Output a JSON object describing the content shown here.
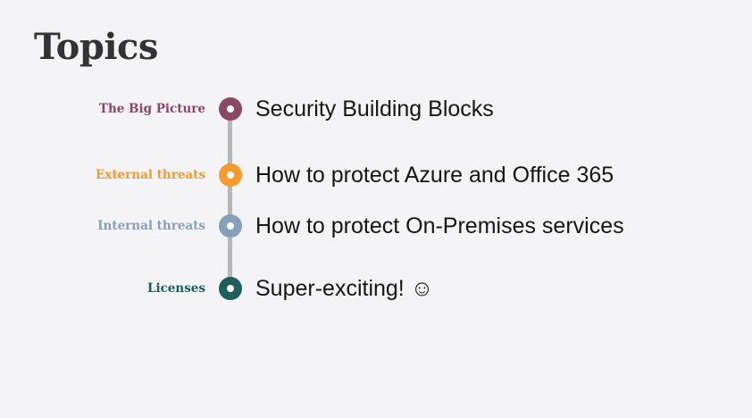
{
  "slide": {
    "title": "Topics"
  },
  "topics": [
    {
      "label": "The Big Picture",
      "text": "Security Building Blocks",
      "color": "#8b4766",
      "icon": "timeline-dot-icon"
    },
    {
      "label": "External threats",
      "text": "How to protect Azure and Office 365",
      "color": "#f59b2f",
      "icon": "timeline-dot-icon"
    },
    {
      "label": "Internal threats",
      "text": "How to protect On-Premises services",
      "color": "#87a0b9",
      "icon": "timeline-dot-icon"
    },
    {
      "label": "Licenses",
      "text": "Super-exciting! ☺",
      "color": "#1e5e5c",
      "icon": "timeline-dot-icon"
    }
  ],
  "timeline": {
    "line_color": "#b7b6b9"
  }
}
